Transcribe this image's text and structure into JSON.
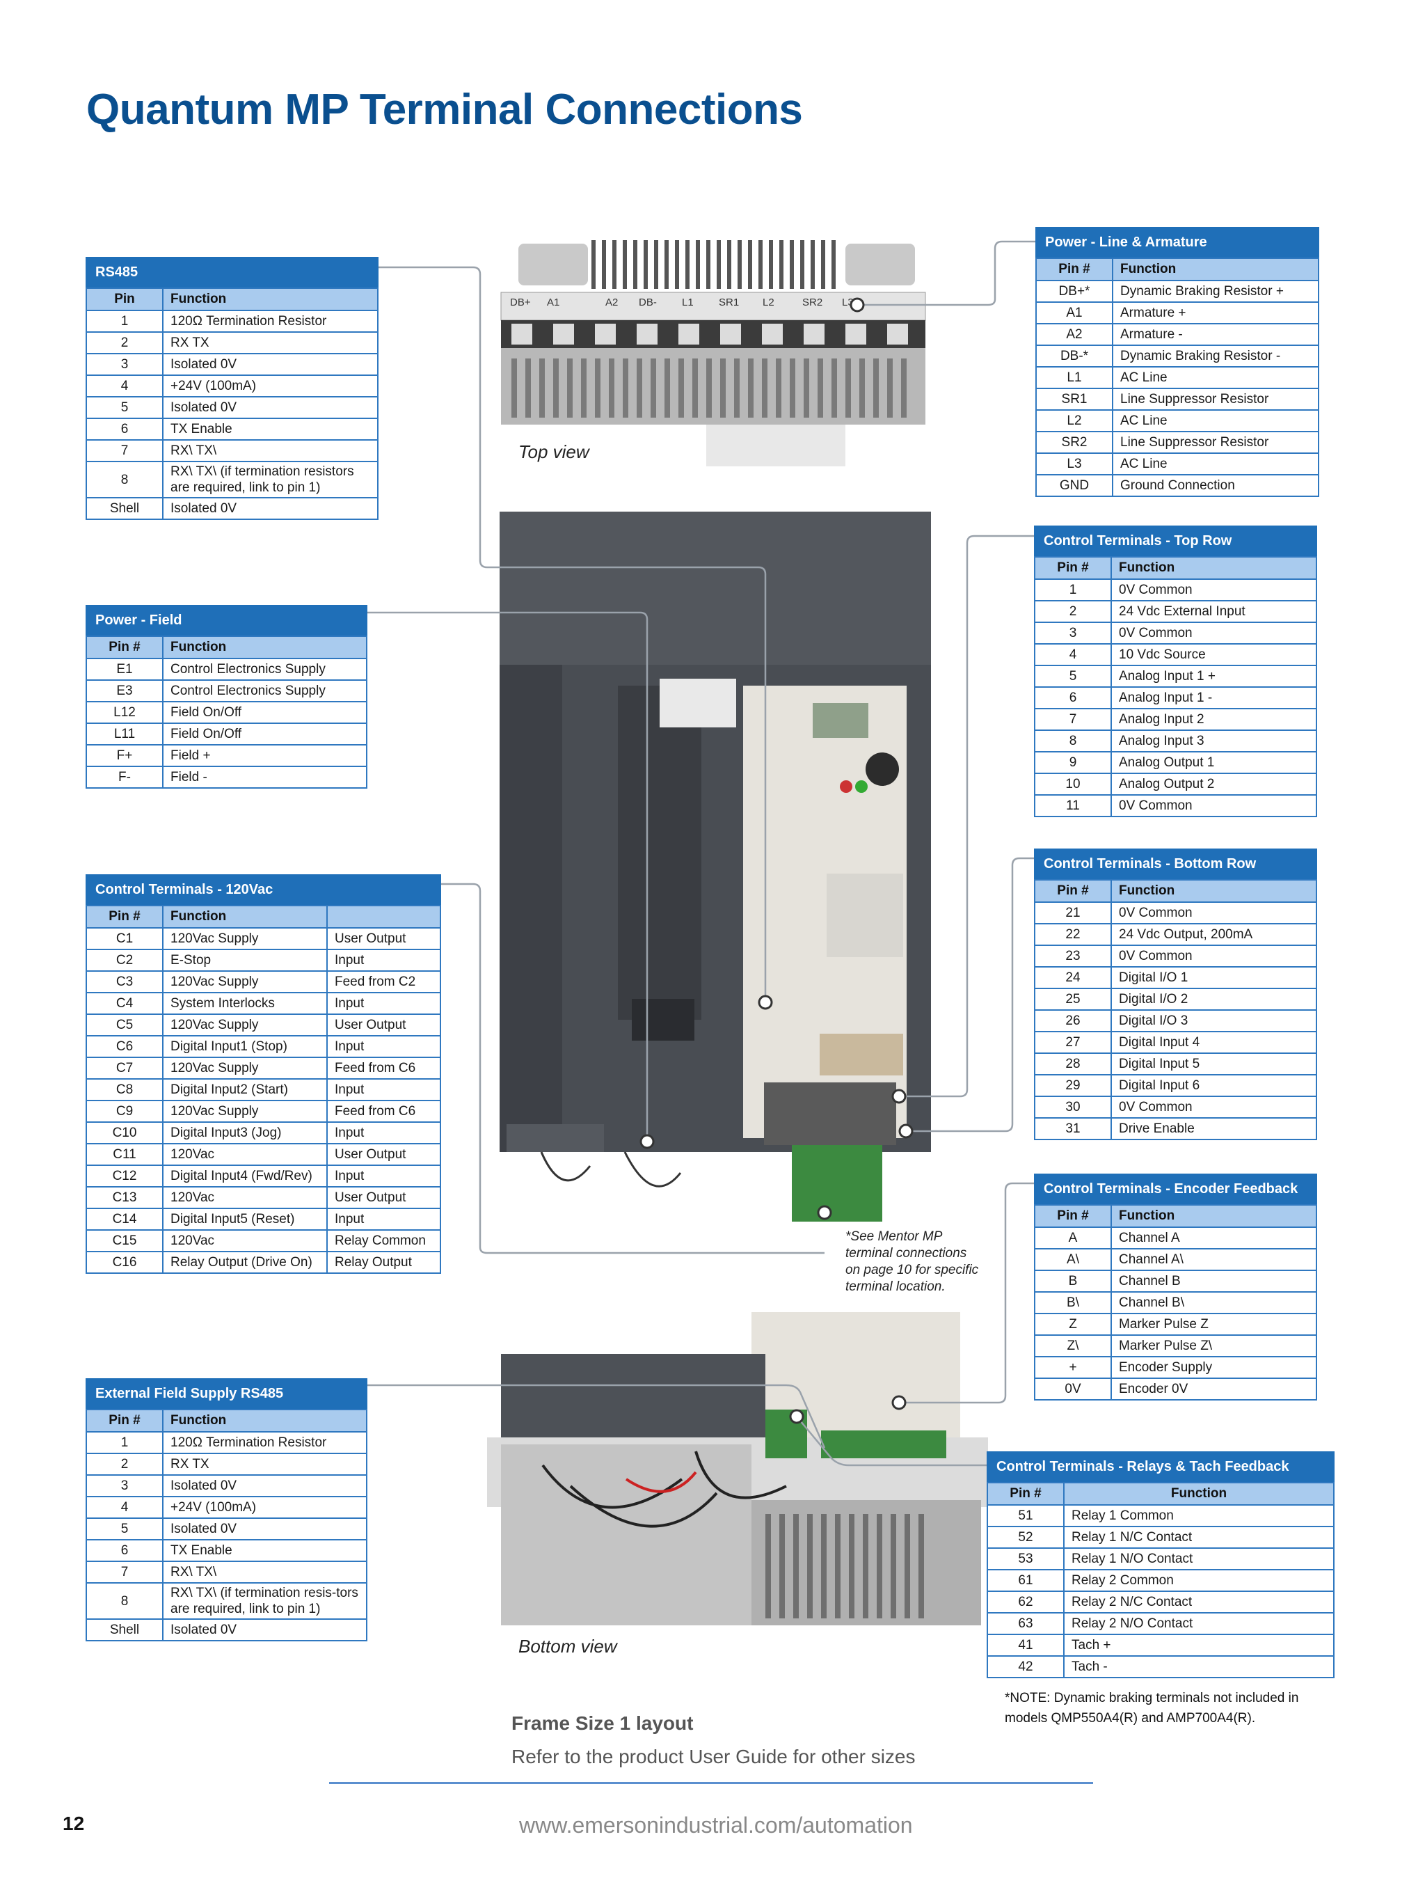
{
  "page_title": "Quantum MP Terminal Connections",
  "rs485": {
    "title": "RS485",
    "headers": [
      "Pin",
      "Function"
    ],
    "rows": [
      [
        "1",
        "120Ω Termination Resistor"
      ],
      [
        "2",
        "RX TX"
      ],
      [
        "3",
        "Isolated 0V"
      ],
      [
        "4",
        "+24V (100mA)"
      ],
      [
        "5",
        "Isolated 0V"
      ],
      [
        "6",
        "TX Enable"
      ],
      [
        "7",
        "RX\\ TX\\"
      ],
      [
        "8",
        "RX\\ TX\\ (if termination resistors are required, link to pin 1)"
      ],
      [
        "Shell",
        "Isolated 0V"
      ]
    ]
  },
  "power_field": {
    "title": "Power - Field",
    "headers": [
      "Pin #",
      "Function"
    ],
    "rows": [
      [
        "E1",
        "Control Electronics Supply"
      ],
      [
        "E3",
        "Control Electronics Supply"
      ],
      [
        "L12",
        "Field On/Off"
      ],
      [
        "L11",
        "Field On/Off"
      ],
      [
        "F+",
        "Field +"
      ],
      [
        "F-",
        "Field -"
      ]
    ]
  },
  "control_120vac": {
    "title": "Control Terminals - 120Vac",
    "headers": [
      "Pin #",
      "Function",
      ""
    ],
    "rows": [
      [
        "C1",
        "120Vac Supply",
        "User Output"
      ],
      [
        "C2",
        "E-Stop",
        "Input"
      ],
      [
        "C3",
        "120Vac Supply",
        "Feed from C2"
      ],
      [
        "C4",
        "System Interlocks",
        "Input"
      ],
      [
        "C5",
        "120Vac Supply",
        "User Output"
      ],
      [
        "C6",
        "Digital Input1 (Stop)",
        "Input"
      ],
      [
        "C7",
        "120Vac Supply",
        "Feed from C6"
      ],
      [
        "C8",
        "Digital Input2 (Start)",
        "Input"
      ],
      [
        "C9",
        "120Vac Supply",
        "Feed from C6"
      ],
      [
        "C10",
        "Digital Input3 (Jog)",
        "Input"
      ],
      [
        "C11",
        "120Vac",
        "User Output"
      ],
      [
        "C12",
        "Digital Input4 (Fwd/Rev)",
        "Input"
      ],
      [
        "C13",
        "120Vac",
        "User Output"
      ],
      [
        "C14",
        "Digital Input5 (Reset)",
        "Input"
      ],
      [
        "C15",
        "120Vac",
        "Relay Common"
      ],
      [
        "C16",
        "Relay Output (Drive On)",
        "Relay Output"
      ]
    ]
  },
  "ext_field_rs485": {
    "title": "External Field Supply RS485",
    "headers": [
      "Pin #",
      "Function"
    ],
    "rows": [
      [
        "1",
        "120Ω Termination Resistor"
      ],
      [
        "2",
        "RX TX"
      ],
      [
        "3",
        "Isolated 0V"
      ],
      [
        "4",
        "+24V (100mA)"
      ],
      [
        "5",
        "Isolated 0V"
      ],
      [
        "6",
        "TX Enable"
      ],
      [
        "7",
        "RX\\ TX\\"
      ],
      [
        "8",
        "RX\\ TX\\ (if termination resis-tors are required, link to pin 1)"
      ],
      [
        "Shell",
        "Isolated 0V"
      ]
    ]
  },
  "power_line": {
    "title": "Power - Line & Armature",
    "headers": [
      "Pin #",
      "Function"
    ],
    "rows": [
      [
        "DB+*",
        "Dynamic Braking Resistor +"
      ],
      [
        "A1",
        "Armature +"
      ],
      [
        "A2",
        "Armature -"
      ],
      [
        "DB-*",
        "Dynamic Braking Resistor -"
      ],
      [
        "L1",
        "AC Line"
      ],
      [
        "SR1",
        "Line Suppressor Resistor"
      ],
      [
        "L2",
        "AC Line"
      ],
      [
        "SR2",
        "Line Suppressor Resistor"
      ],
      [
        "L3",
        "AC Line"
      ],
      [
        "GND",
        "Ground Connection"
      ]
    ]
  },
  "control_top": {
    "title": "Control Terminals - Top Row",
    "headers": [
      "Pin #",
      "Function"
    ],
    "rows": [
      [
        "1",
        "0V Common"
      ],
      [
        "2",
        "24 Vdc External Input"
      ],
      [
        "3",
        "0V Common"
      ],
      [
        "4",
        "10 Vdc Source"
      ],
      [
        "5",
        "Analog Input 1 +"
      ],
      [
        "6",
        "Analog Input 1 -"
      ],
      [
        "7",
        "Analog Input 2"
      ],
      [
        "8",
        "Analog Input 3"
      ],
      [
        "9",
        "Analog Output 1"
      ],
      [
        "10",
        "Analog Output 2"
      ],
      [
        "11",
        "0V Common"
      ]
    ]
  },
  "control_bottom": {
    "title": "Control Terminals - Bottom Row",
    "headers": [
      "Pin #",
      "Function"
    ],
    "rows": [
      [
        "21",
        "0V Common"
      ],
      [
        "22",
        "24 Vdc Output, 200mA"
      ],
      [
        "23",
        "0V Common"
      ],
      [
        "24",
        "Digital I/O 1"
      ],
      [
        "25",
        "Digital I/O 2"
      ],
      [
        "26",
        "Digital I/O 3"
      ],
      [
        "27",
        "Digital Input 4"
      ],
      [
        "28",
        "Digital Input 5"
      ],
      [
        "29",
        "Digital Input 6"
      ],
      [
        "30",
        "0V Common"
      ],
      [
        "31",
        "Drive Enable"
      ]
    ]
  },
  "encoder": {
    "title": "Control Terminals - Encoder Feedback",
    "headers": [
      "Pin #",
      "Function"
    ],
    "rows": [
      [
        "A",
        "Channel A"
      ],
      [
        "A\\",
        "Channel A\\"
      ],
      [
        "B",
        "Channel B"
      ],
      [
        "B\\",
        "Channel B\\"
      ],
      [
        "Z",
        "Marker Pulse Z"
      ],
      [
        "Z\\",
        "Marker Pulse Z\\"
      ],
      [
        "+",
        "Encoder Supply"
      ],
      [
        "0V",
        "Encoder 0V"
      ]
    ]
  },
  "relays": {
    "title": "Control Terminals - Relays & Tach Feedback",
    "headers": [
      "Pin #",
      "Function"
    ],
    "rows": [
      [
        "51",
        "Relay 1 Common"
      ],
      [
        "52",
        "Relay 1 N/C Contact"
      ],
      [
        "53",
        "Relay 1 N/O Contact"
      ],
      [
        "61",
        "Relay 2 Common"
      ],
      [
        "62",
        "Relay 2 N/C Contact"
      ],
      [
        "63",
        "Relay 2 N/O Contact"
      ],
      [
        "41",
        "Tach  +"
      ],
      [
        "42",
        "Tach -"
      ]
    ]
  },
  "top_terminal_labels": [
    "DB+",
    "A1",
    "A2",
    "DB-",
    "L1",
    "SR1",
    "L2",
    "SR2",
    "L3"
  ],
  "captions": {
    "top_view": "Top view",
    "bottom_view": "Bottom view",
    "mentor_note": "*See Mentor MP terminal connections on page 10 for specific terminal location.",
    "db_note": "*NOTE:  Dynamic braking terminals not included in models QMP550A4(R) and AMP700A4(R).",
    "frame_title": "Frame Size 1 layout",
    "frame_sub": "Refer to the product User Guide for other sizes"
  },
  "footer": {
    "page_number": "12",
    "url": "www.emersonindustrial.com/automation"
  },
  "colors": {
    "title_blue": "#0a4f8f",
    "header_blue": "#1f6fb8",
    "subheader_blue": "#a9cbee",
    "border_blue": "#2f78c0"
  }
}
